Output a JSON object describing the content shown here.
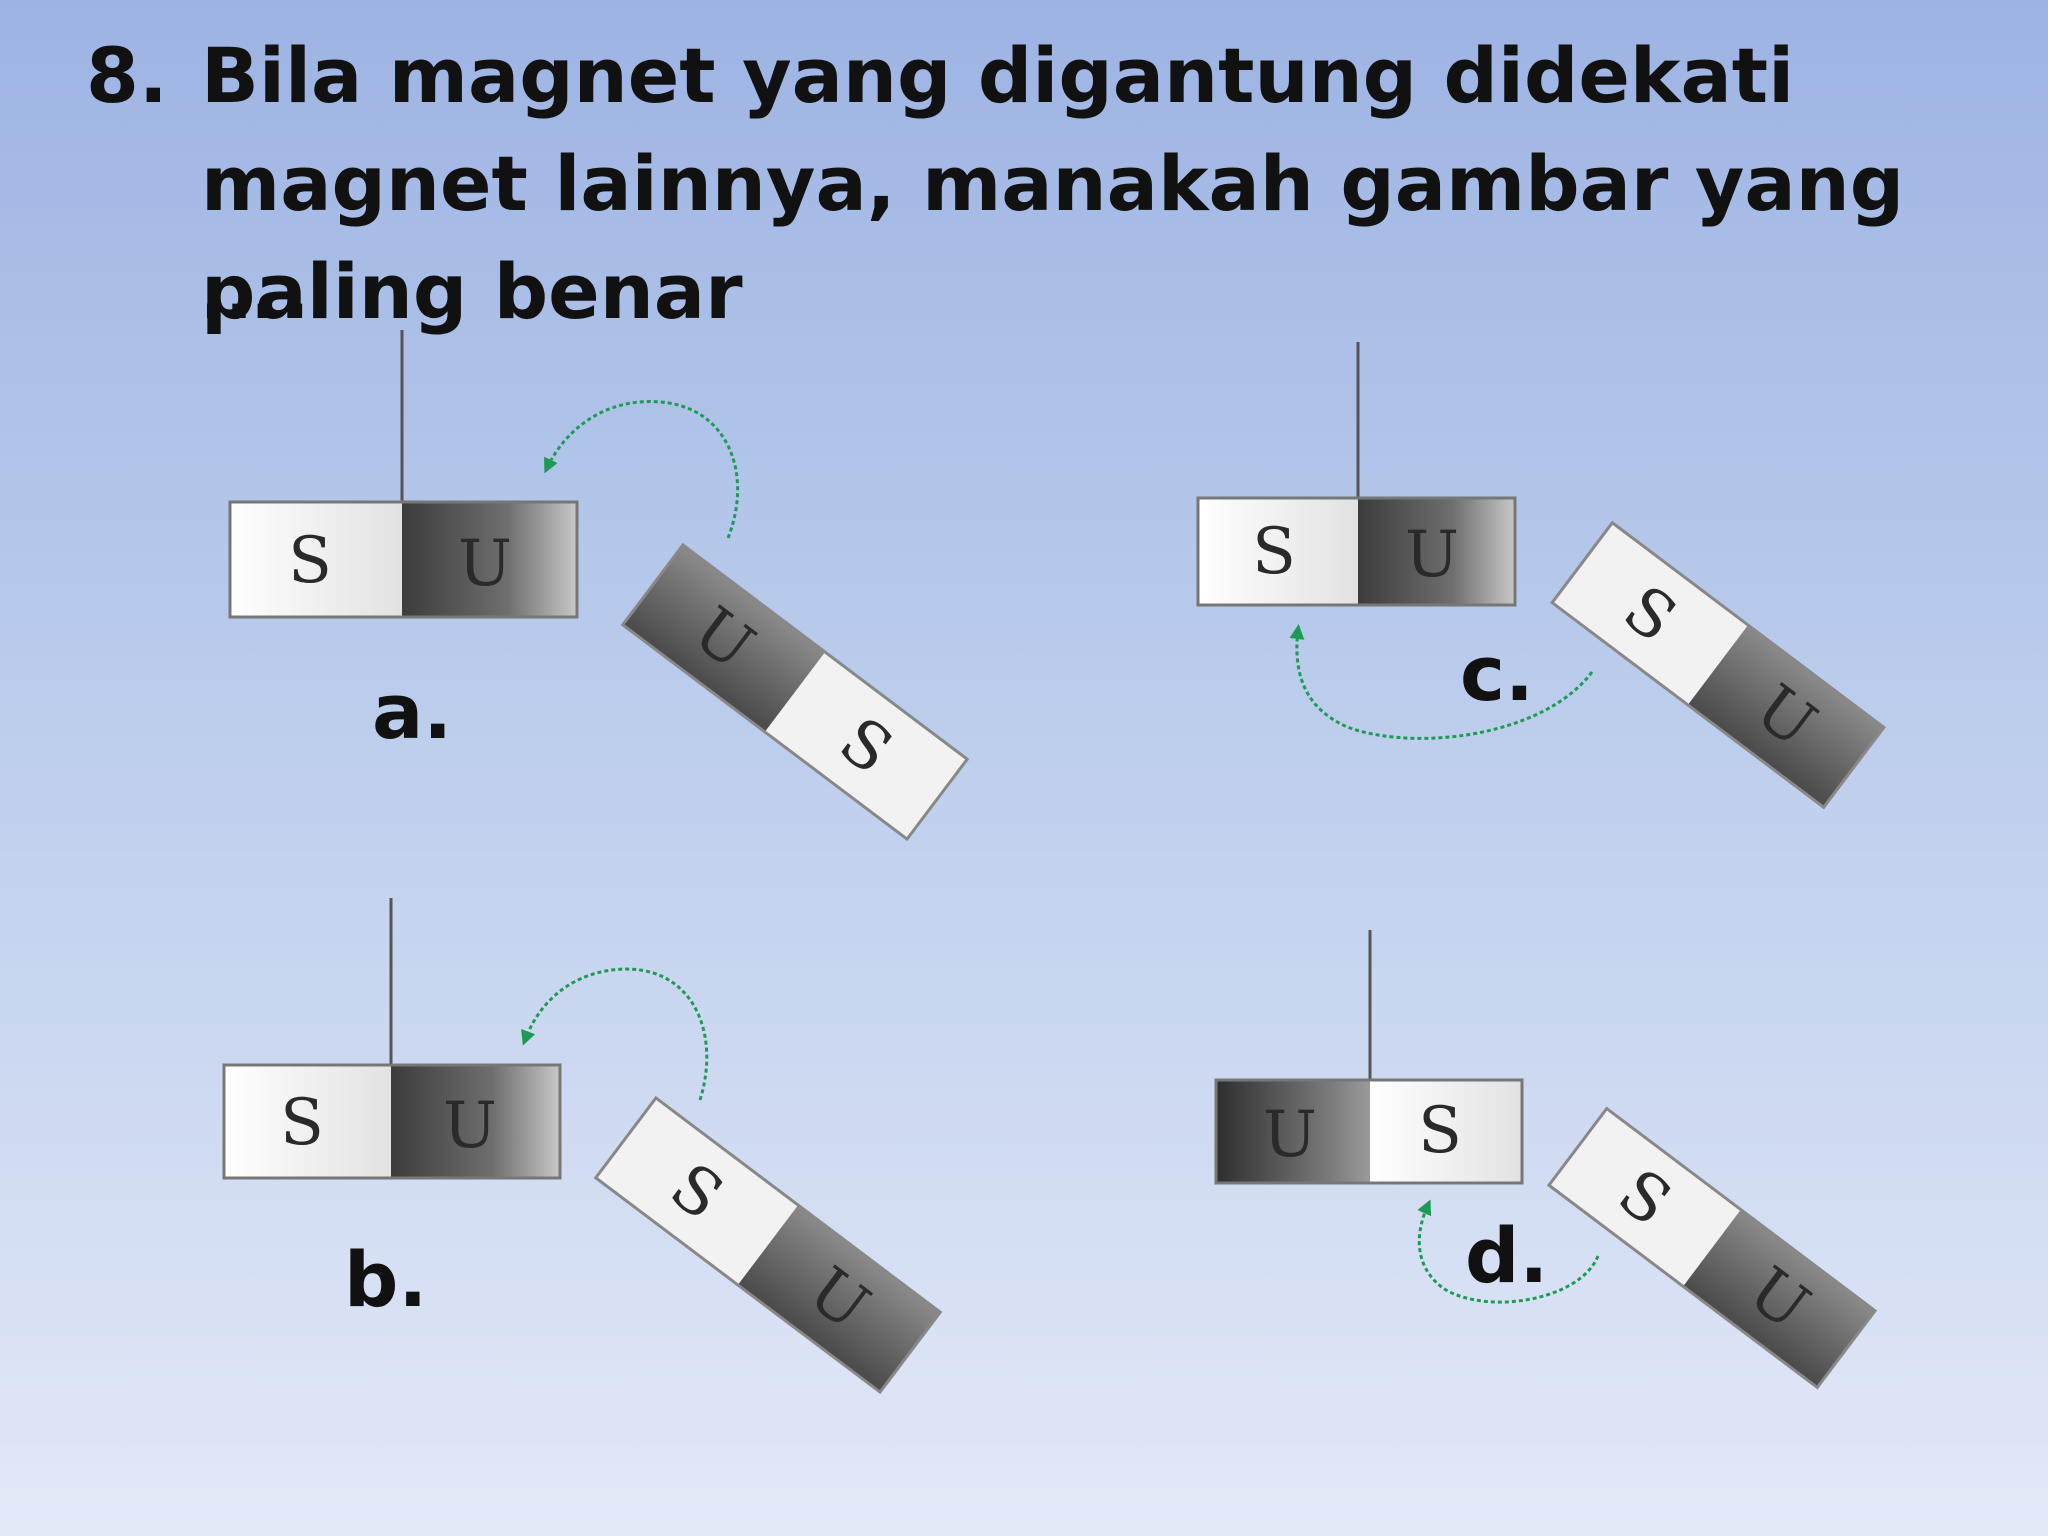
{
  "question": {
    "number": "8.",
    "text": "Bila magnet yang digantung didekati magnet lainnya, manakah gambar yang paling benar",
    "dots": "…."
  },
  "options": [
    {
      "label": "a.",
      "hanging": {
        "left": "S",
        "right": "U"
      },
      "moving": {
        "first": "U",
        "second": "S"
      }
    },
    {
      "label": "b.",
      "hanging": {
        "left": "S",
        "right": "U"
      },
      "moving": {
        "first": "S",
        "second": "U"
      }
    },
    {
      "label": "c.",
      "hanging": {
        "left": "S",
        "right": "U"
      },
      "moving": {
        "first": "S",
        "second": "U"
      }
    },
    {
      "label": "d.",
      "hanging": {
        "left": "U",
        "right": "S"
      },
      "moving": {
        "first": "S",
        "second": "U"
      }
    }
  ],
  "colors": {
    "arrow": "#1f9a55",
    "pole_light": "#f4f4f4",
    "pole_dark": "#4a4a4a",
    "string": "#555555"
  }
}
